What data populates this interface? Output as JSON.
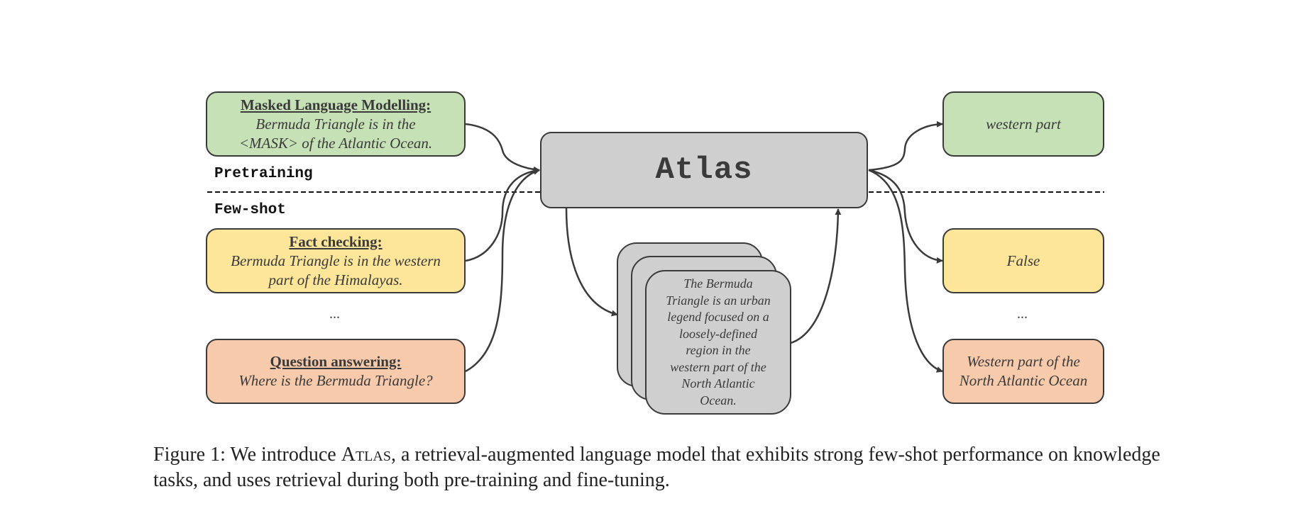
{
  "pretraining_label": "Pretraining",
  "fewshot_label": "Few-shot",
  "model_name": "Atlas",
  "inputs": {
    "mlm": {
      "title": "Masked Language Modelling:",
      "text_line1": "Bermuda Triangle is in the",
      "text_line2": "<MASK> of the Atlantic Ocean."
    },
    "fact_checking": {
      "title": "Fact checking:",
      "text_line1": "Bermuda Triangle is in the western",
      "text_line2": "part of the Himalayas."
    },
    "ellipsis": "...",
    "qa": {
      "title": "Question answering:",
      "text_line1": "Where is the Bermuda Triangle?"
    }
  },
  "retrieved_document": {
    "lines": [
      "The Bermuda",
      "Triangle is an urban",
      "legend focused on a",
      "loosely-defined",
      "region in the",
      "western part of the",
      "North Atlantic",
      "Ocean."
    ]
  },
  "outputs": {
    "mlm": "western part",
    "fact_checking": "False",
    "ellipsis": "...",
    "qa_line1": "Western part of the",
    "qa_line2": "North Atlantic Ocean"
  },
  "caption": {
    "prefix": "Figure 1: We introduce ",
    "model_name": "Atlas",
    "rest": ", a retrieval-augmented language model that exhibits strong few-shot performance on knowledge tasks, and uses retrieval during both pre-training and fine-tuning."
  },
  "colors": {
    "pretraining_box": "#c5e1b5",
    "fact_checking_box": "#fde69a",
    "qa_box": "#f7caac",
    "model_box": "#cfcfd0",
    "border": "#3a3a3a"
  }
}
